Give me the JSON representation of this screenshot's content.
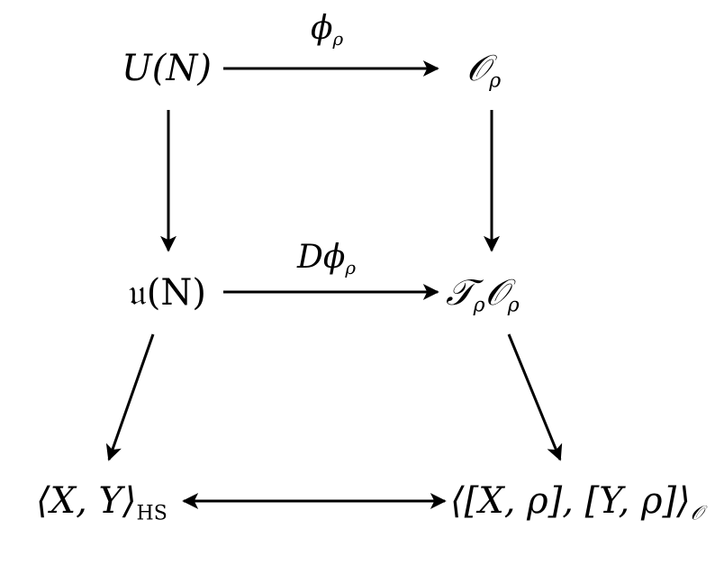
{
  "nodes": {
    "top_left": {
      "base": "U(N)"
    },
    "top_right": {
      "base": "𝒪",
      "sub": "ρ"
    },
    "mid_left": {
      "base": "𝔲(N)"
    },
    "mid_right": {
      "base1": "𝒯",
      "sub1": "ρ",
      "base2": "𝒪",
      "sub2": "ρ"
    },
    "bottom_left": {
      "base": "⟨X, Y⟩",
      "sub": "HS"
    },
    "bottom_right": {
      "base": "⟨[X, ρ], [Y, ρ]⟩",
      "sub": "𝒪"
    }
  },
  "arrows": {
    "top": {
      "base": "ϕ",
      "sub": "ρ"
    },
    "mid": {
      "base": "Dϕ",
      "sub": "ρ"
    }
  },
  "colors": {
    "ink": "#000000",
    "background": "#ffffff"
  }
}
